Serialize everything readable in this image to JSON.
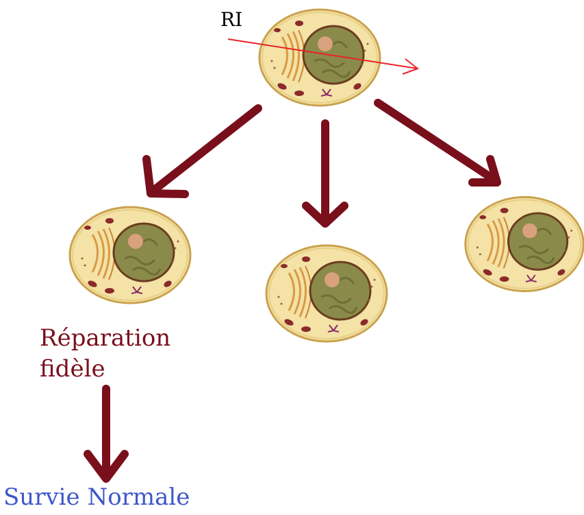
{
  "radiation_label": "RI",
  "outcome": {
    "line1": "Réparation",
    "line2": "fidèle",
    "final": "Survie Normale"
  },
  "colors": {
    "arrow": "#7a0f1c",
    "radiation_arrow": "#e8232a",
    "outcome_text": "#7a0f1c",
    "final_text": "#3e57c9",
    "cell_cytoplasm": "#f4e2a6",
    "cell_membrane": "#c9a24d",
    "nucleus": "#8a8a4a",
    "nucleus_edge": "#6b3d1f",
    "nucleolus": "#d9a17e",
    "golgi": "#d99a45",
    "mitochondria": "#8a2a2a"
  }
}
